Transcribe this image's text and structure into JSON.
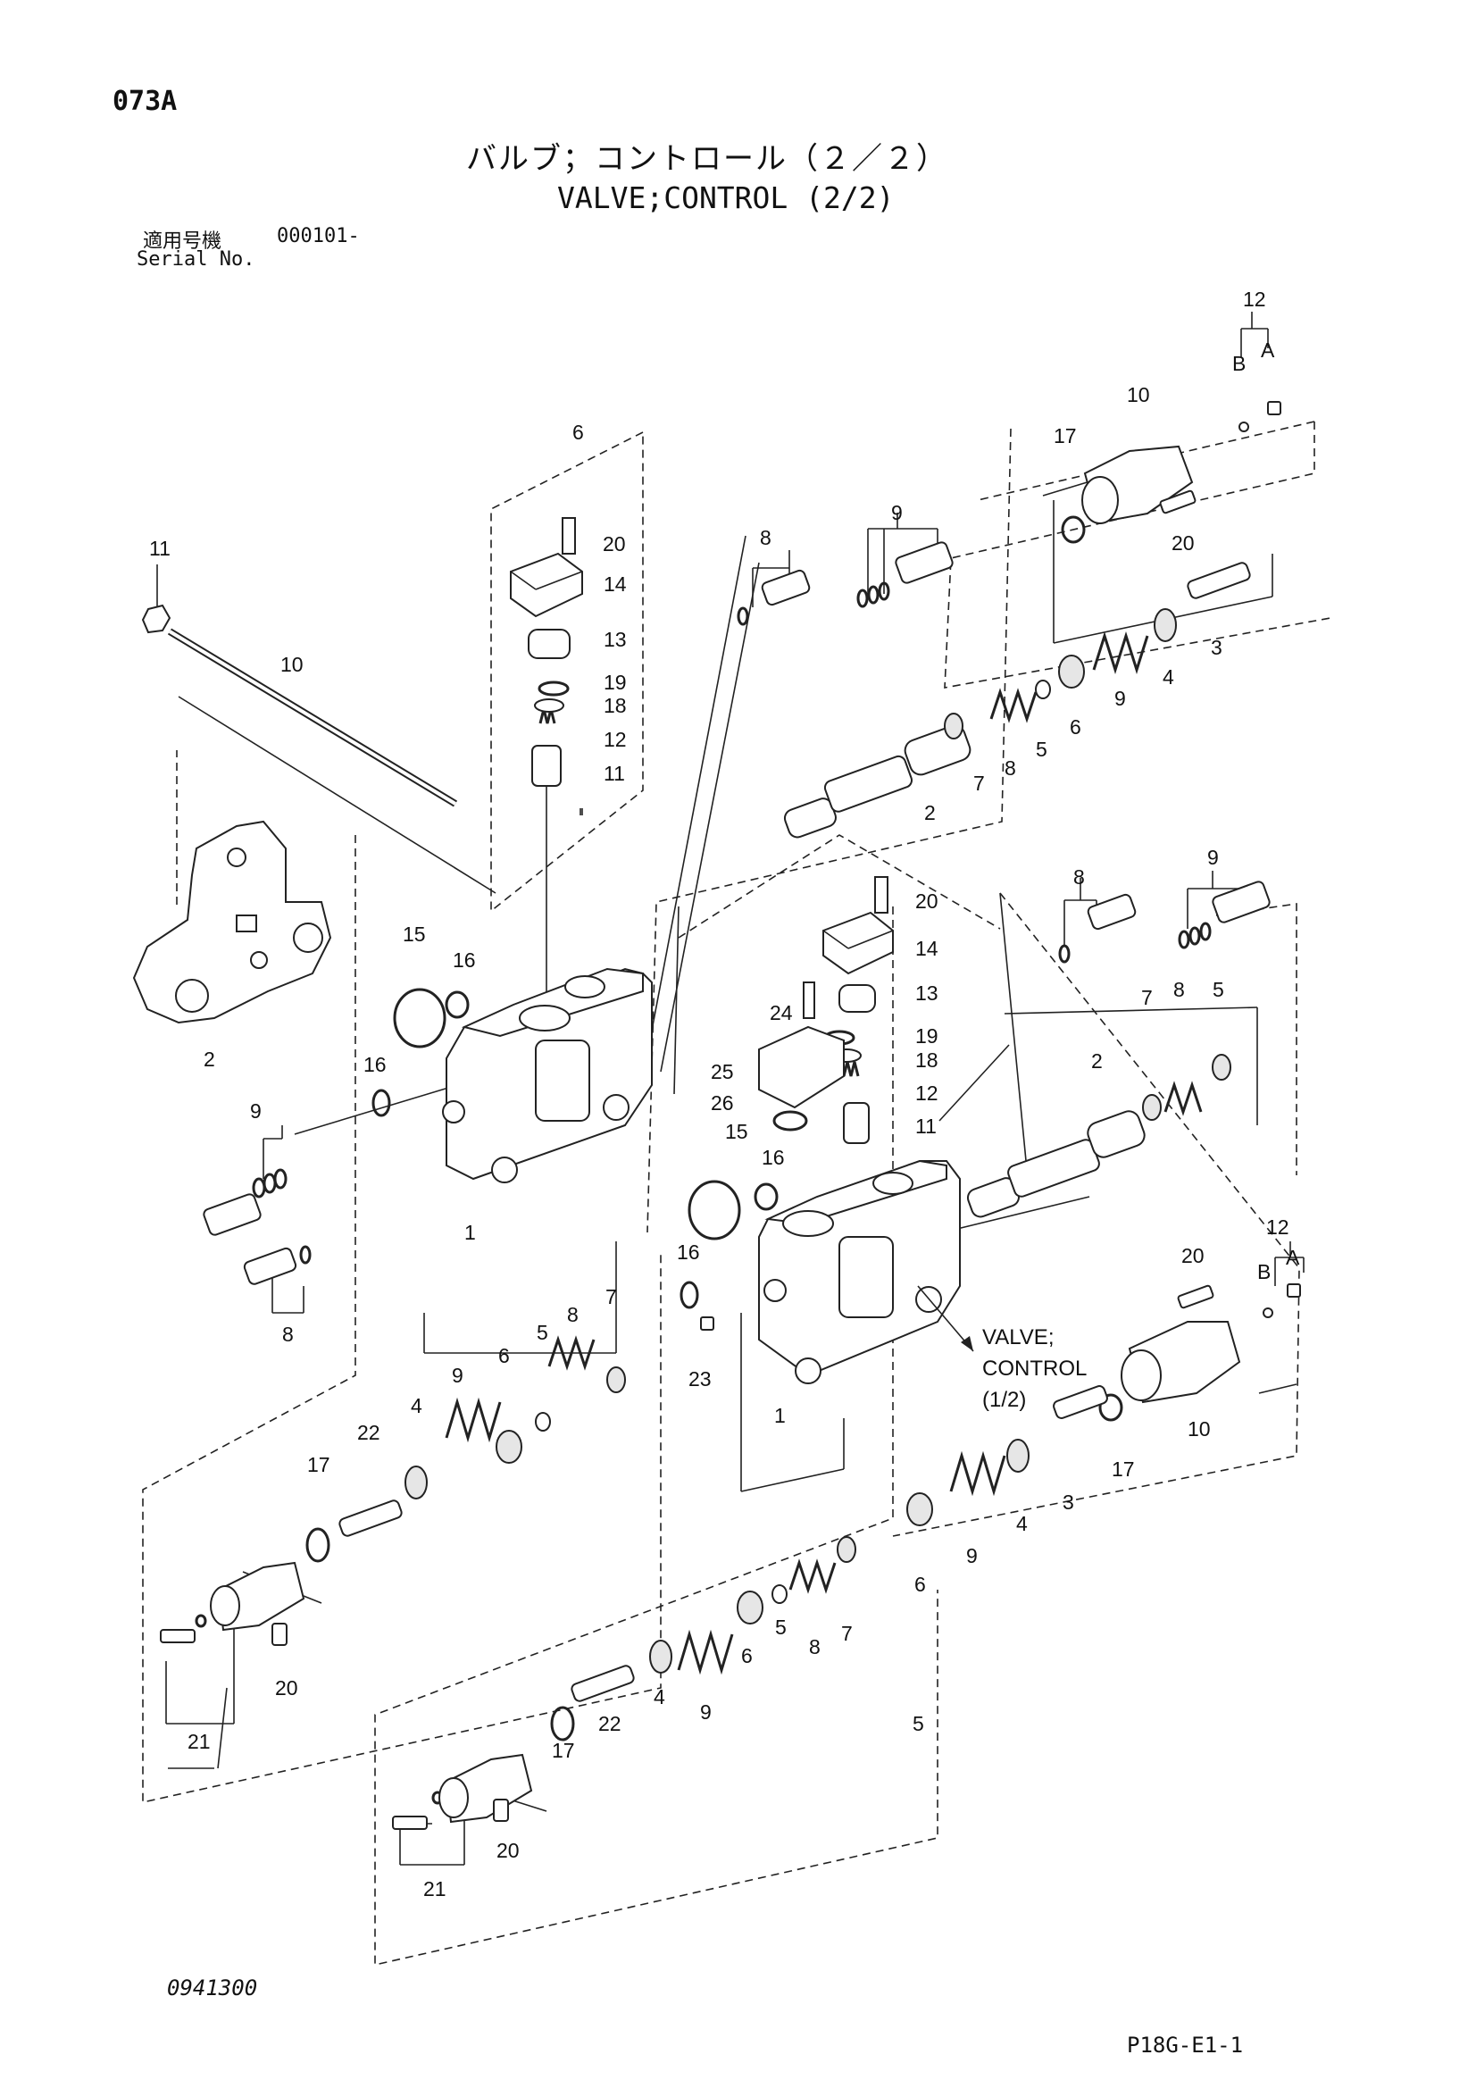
{
  "header": {
    "page_code": "073A",
    "title_jp": "バルブ；コントロール（２／２）",
    "title_en": "VALVE;CONTROL (2/2)",
    "serial_label_jp": "適用号機",
    "serial_label_en": "Serial No.",
    "serial_value": "000101-"
  },
  "callouts": {
    "n1": "1",
    "n2": "2",
    "n3": "3",
    "n4": "4",
    "n5": "5",
    "n6": "6",
    "n7": "7",
    "n8": "8",
    "n9": "9",
    "n10": "10",
    "n11": "11",
    "n12": "12",
    "n13": "13",
    "n14": "14",
    "n15": "15",
    "n16": "16",
    "n17": "17",
    "n18": "18",
    "n19": "19",
    "n20": "20",
    "n21": "21",
    "n22": "22",
    "n23": "23",
    "n24": "24",
    "n25": "25",
    "n26": "26",
    "a": "A",
    "b": "B"
  },
  "cross_reference": {
    "line1": "VALVE;",
    "line2": "CONTROL",
    "line3": "(1/2)"
  },
  "footer": {
    "drawing_number": "0941300",
    "page_reference": "P18G-E1-1"
  }
}
